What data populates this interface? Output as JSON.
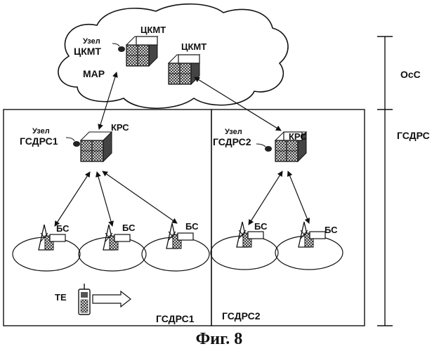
{
  "cloud": {
    "node_label_line1": "Узел",
    "node_label_line2": "ЦКМТ",
    "msc1_label": "ЦКМТ",
    "msc2_label": "ЦКМТ",
    "map_label": "МАР"
  },
  "left_network": {
    "node_label_line1": "Узел",
    "node_label_line2": "ГСДРС1",
    "controller_label": "КРС",
    "base_stations": [
      "БС",
      "БС",
      "БС"
    ],
    "terminal_label": "ТЕ",
    "area_label": "ГСДРС1"
  },
  "right_network": {
    "node_label_line1": "Узел",
    "node_label_line2": "ГСДРС2",
    "controller_label": "КРС",
    "base_stations": [
      "БС",
      "БС"
    ],
    "area_label": "ГСДРС2"
  },
  "scale": {
    "upper_label": "ОсС",
    "lower_label": "ГСДРС"
  },
  "figure_caption": "Фиг. 8"
}
